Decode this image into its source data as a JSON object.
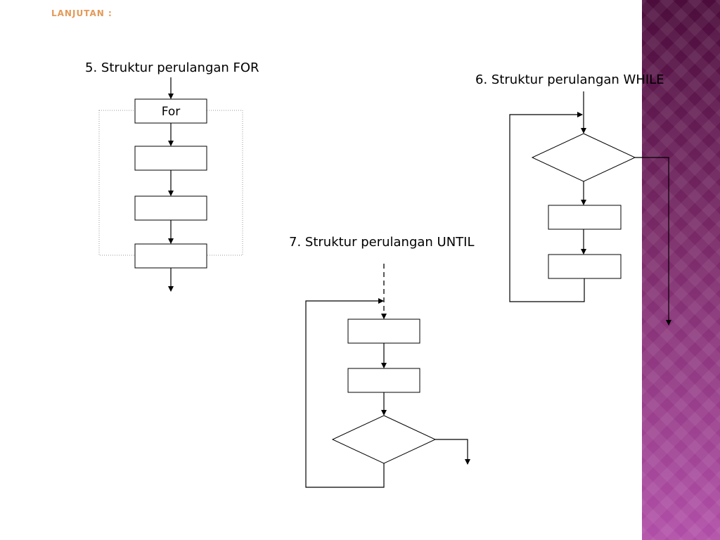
{
  "slide": {
    "heading": "LANJUTAN :",
    "theme_colors": {
      "heading": "#e39a58",
      "side_band_top": "#4c0d3c",
      "side_band_bottom": "#b14fa8"
    }
  },
  "diagrams": {
    "for_loop": {
      "label": "5. Struktur perulangan FOR",
      "header_box_text": "For"
    },
    "while_loop": {
      "label": "6. Struktur perulangan WHILE"
    },
    "until_loop": {
      "label": "7. Struktur perulangan UNTIL"
    }
  }
}
